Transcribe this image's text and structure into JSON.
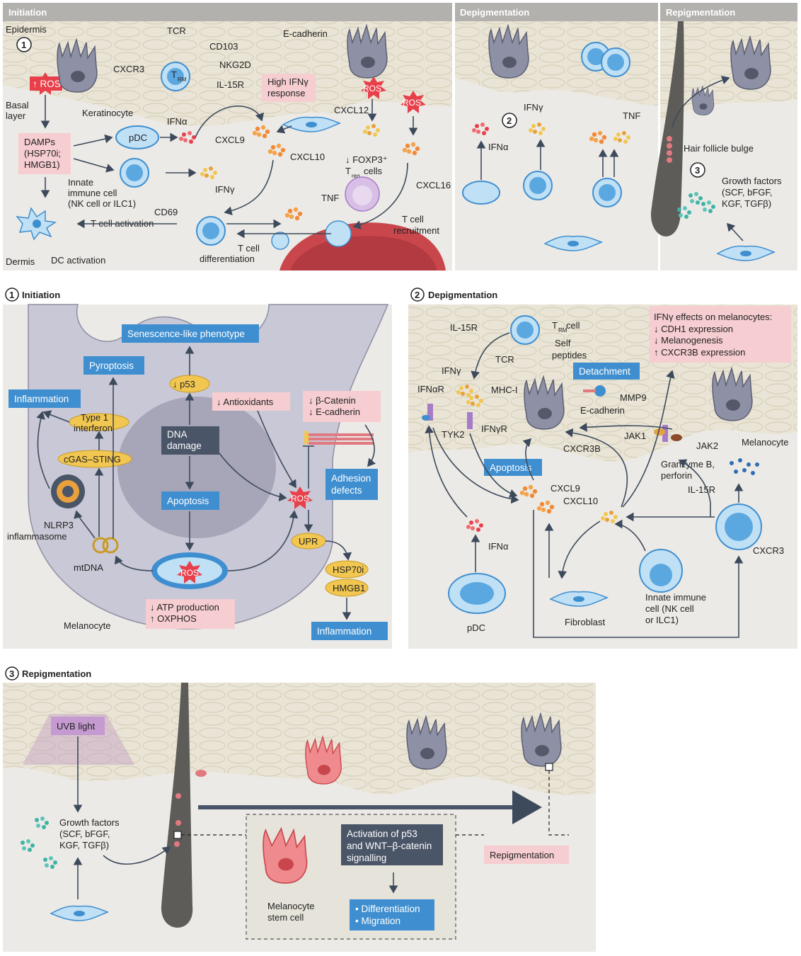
{
  "colors": {
    "skin": "#e9e4d5",
    "skin_cell": "#d9d2bd",
    "dermis": "#eceae6",
    "header": "#b3b1ad",
    "blue": "#3f8fd0",
    "pink": "#f6cdd0",
    "cell_blue": "#bfe0f5",
    "melanocyte": "#8e91a6",
    "ros_red": "#e8404b",
    "yellow": "#f2c751",
    "navy": "#4b5568"
  },
  "top": {
    "titles": {
      "initiation": "Initiation",
      "depigmentation": "Depigmentation",
      "repigmentation": "Repigmentation"
    },
    "markers": {
      "one": "1",
      "two": "2",
      "three": "3"
    },
    "labels": {
      "epidermis": "Epidermis",
      "basal": "Basal",
      "layer": "layer",
      "ros": "↑ ROS",
      "ros_plain": "ROS",
      "tcr": "TCR",
      "cxcr3": "CXCR3",
      "trm": "T",
      "trm_sub": "RM",
      "cd103": "CD103",
      "nkg2d": "NKG2D",
      "il15r": "IL-15R",
      "keratinocyte": "Keratinocyte",
      "ecadherin": "E-cadherin",
      "high_ifn_1": "High IFNγ",
      "high_ifn_2": "response",
      "damps_1": "DAMPs",
      "damps_2": "(HSP70i;",
      "damps_3": "HMGB1)",
      "pdc": "pDC",
      "ifna": "IFNα",
      "ifng": "IFNγ",
      "cxcl9": "CXCL9",
      "cxcl10": "CXCL10",
      "cxcl12": "CXCL12",
      "cxcl16": "CXCL16",
      "foxp3": "↓ FOXP3⁺",
      "treg": "T",
      "treg_sub": "reg",
      "treg_cells": "cells",
      "innate_1": "Innate",
      "innate_2": "immune cell",
      "innate_3": "(NK cell or ILC1)",
      "tnf": "TNF",
      "cd69": "CD69",
      "tcell_act": "T cell activation",
      "tcell_diff_1": "T cell",
      "tcell_diff_2": "differentiation",
      "tcell_rec_1": "T cell",
      "tcell_rec_2": "recruitment",
      "dermis": "Dermis",
      "dc_act": "DC activation",
      "hair_bulge": "Hair follicle bulge",
      "gf_1": "Growth factors",
      "gf_2": "(SCF, bFGF,",
      "gf_3": "KGF, TGFβ)"
    }
  },
  "panel1": {
    "title": "Initiation",
    "marker": "1",
    "senescence": "Senescence-like phenotype",
    "pyroptosis": "Pyroptosis",
    "inflammation": "Inflammation",
    "p53": "↓ p53",
    "antioxidants": "↓ Antioxidants",
    "bcat_1": "↓ β-Catenin",
    "bcat_2": "↓ E-cadherin",
    "type1_1": "Type 1",
    "type1_2": "interferon",
    "cgas": "cGAS–STING",
    "dna_1": "DNA",
    "dna_2": "damage",
    "adhesion_1": "Adhesion",
    "adhesion_2": "defects",
    "ros": "ROS",
    "apoptosis": "Apoptosis",
    "upr": "UPR",
    "nlrp3_1": "NLRP3",
    "nlrp3_2": "inflammasome",
    "mtdna": "mtDNA",
    "hsp": "HSP70i",
    "hmgb": "HMGB1",
    "inflammation2": "Inflammation",
    "atp_1": "↓ ATP production",
    "atp_2": "↑ OXPHOS",
    "melanocyte": "Melanocyte"
  },
  "panel2": {
    "title": "Depigmentation",
    "marker": "2",
    "il15r": "IL-15R",
    "trm": "T",
    "trm_sub": "RM",
    "trm_cell": " cell",
    "self_1": "Self",
    "self_2": "peptides",
    "tcr": "TCR",
    "detachment": "Detachment",
    "effects_1": "IFNγ effects on melanocytes:",
    "effects_2": "↓ CDH1 expression",
    "effects_3": "↓ Melanogenesis",
    "effects_4": "↑ CXCR3B expression",
    "ifng": "IFNγ",
    "ifnar": "IFNαR",
    "mhc": "MHC-I",
    "mmp9": "MMP9",
    "ecad": "E-cadherin",
    "tyk2": "TYK2",
    "ifngr": "IFNγR",
    "jak1": "JAK1",
    "jak2": "JAK2",
    "cxcr3b": "CXCR3B",
    "melanocyte": "Melanocyte",
    "apoptosis": "Apoptosis",
    "granzyme_1": "Granzyme B,",
    "granzyme_2": "perforin",
    "il15r2": "IL-15R",
    "cxcl9": "CXCL9",
    "cxcl10": "CXCL10",
    "ifna": "IFNα",
    "cxcr3": "CXCR3",
    "innate_1": "Innate immune",
    "innate_2": "cell (NK cell",
    "innate_3": "or ILC1)",
    "fibroblast": "Fibroblast",
    "pdc": "pDC"
  },
  "panel3": {
    "title": "Repigmentation",
    "marker": "3",
    "uvb": "UVB light",
    "gf_1": "Growth factors",
    "gf_2": "(SCF, bFGF,",
    "gf_3": "KGF, TGFβ)",
    "stem_1": "Melanocyte",
    "stem_2": "stem cell",
    "act_1": "Activation of p53",
    "act_2": "and WNT–β-catenin",
    "act_3": "signalling",
    "diff": "• Differentiation",
    "mig": "• Migration",
    "repig": "Repigmentation"
  }
}
